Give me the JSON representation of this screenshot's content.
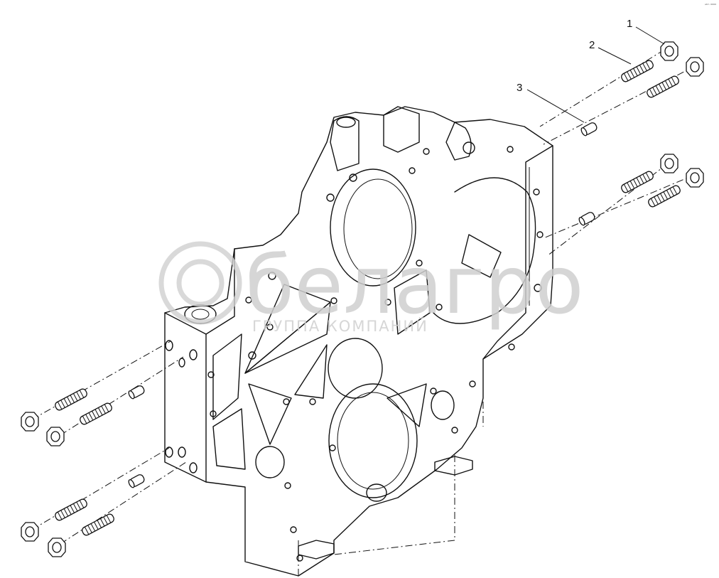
{
  "diagram": {
    "callouts": [
      {
        "id": "1",
        "label": "1"
      },
      {
        "id": "2",
        "label": "2"
      },
      {
        "id": "3",
        "label": "3"
      }
    ],
    "corner_mark": "ᵃᵗᵐ ⁰⁰⁰⁰",
    "watermark": {
      "brand": "белагро",
      "tagline": "ГРУППА КОМПАНИЙ",
      "color": "#cfcfcf"
    }
  }
}
